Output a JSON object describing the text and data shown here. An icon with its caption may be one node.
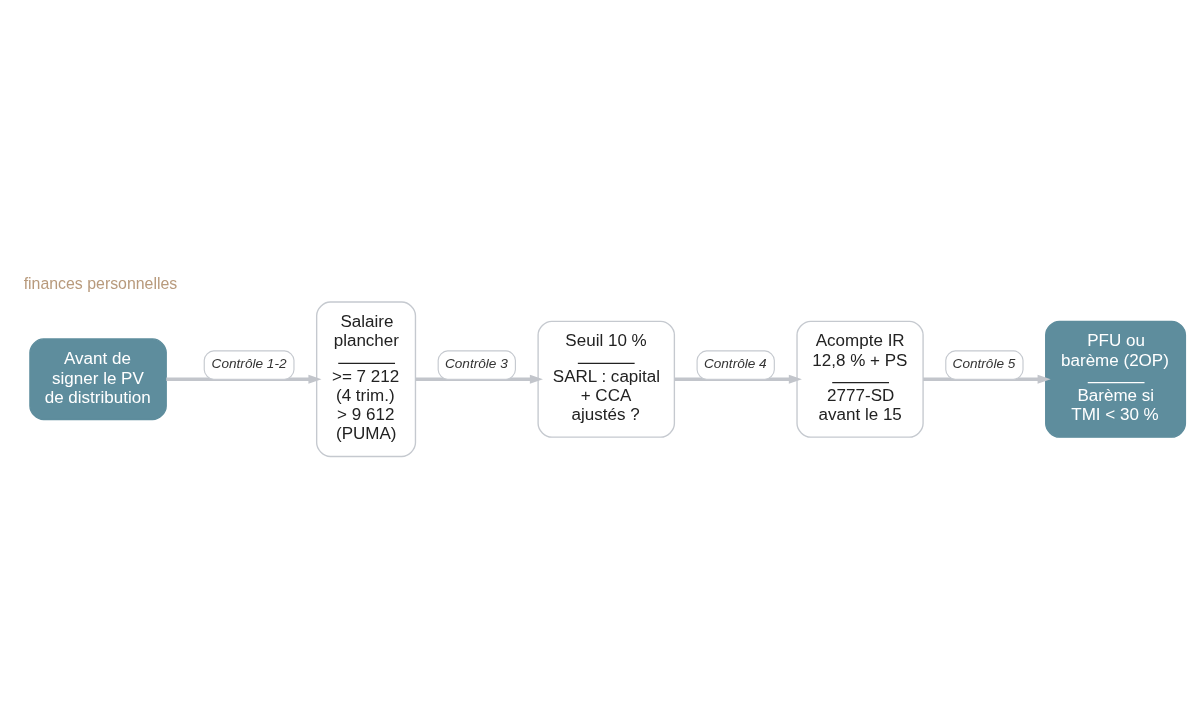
{
  "diagram": {
    "nodes": [
      {
        "text": [
          "Avant de signer le PV de distribution"
        ]
      },
      {
        "text": [
          "Salaire plancher",
          ">= 7 212 (4 trim.) > 9 612 (PUMA)"
        ]
      },
      {
        "text": [
          "Seuil 10 %",
          "SARL : capital + CCA ajustés ?"
        ]
      },
      {
        "text": [
          "Acompte IR 12,8 % + PS",
          "2777-SD avant le 15"
        ]
      },
      {
        "text": [
          "PFU ou barème (2OP)",
          "Barème si TMI < 30 %"
        ]
      }
    ],
    "edges": [
      {
        "from": 0,
        "to": 1,
        "arrow": "to",
        "label": "Contrôle 1-2"
      },
      {
        "from": 1,
        "to": 2,
        "arrow": "to",
        "label": "Contrôle 3"
      },
      {
        "from": 2,
        "to": 3,
        "arrow": "to",
        "label": "Contrôle 4"
      },
      {
        "from": 3,
        "to": 4,
        "arrow": "to",
        "label": "Contrôle 5"
      }
    ],
    "labels": [
      "finances personnelles"
    ]
  }
}
